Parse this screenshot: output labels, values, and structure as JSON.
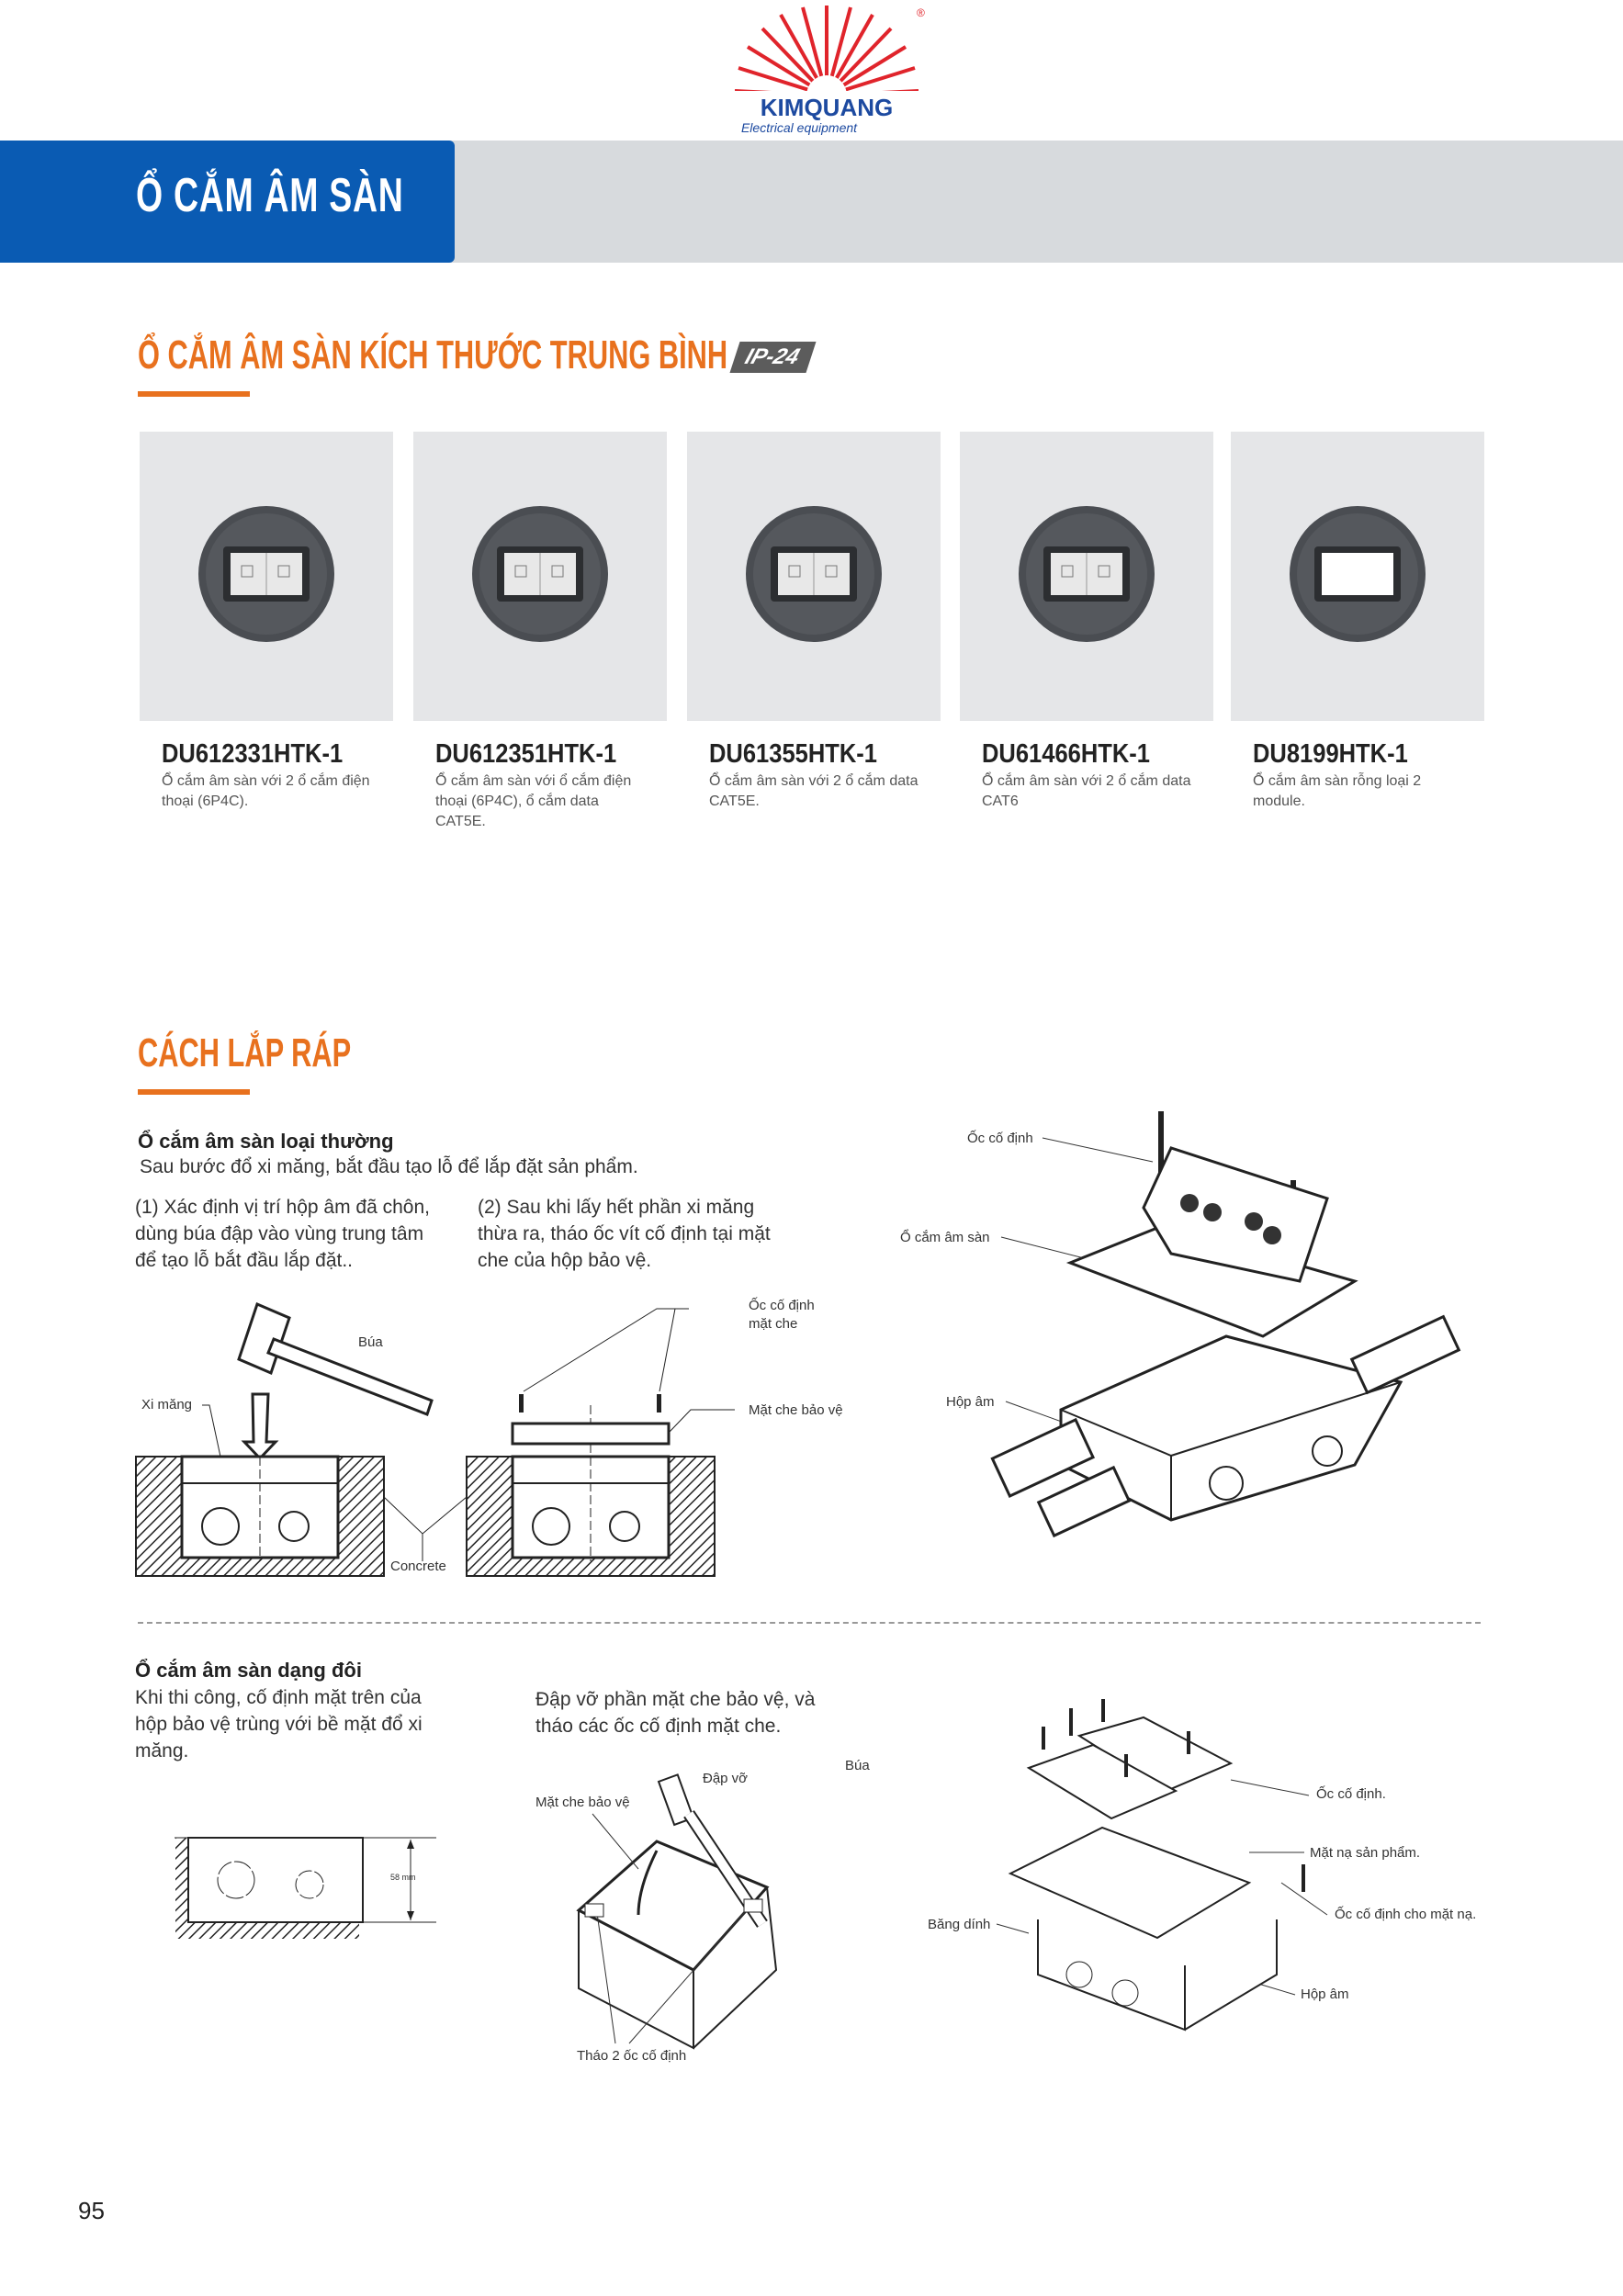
{
  "brand": {
    "name": "KIMQUANG",
    "tagline": "Electrical equipment",
    "registered": "®",
    "colors": {
      "red": "#e0242b",
      "blue": "#1d4aa0"
    }
  },
  "header": {
    "title": "Ổ CẮM ÂM SÀN",
    "accent": "#0a5bb3"
  },
  "section1": {
    "title": "Ổ CẮM ÂM SÀN KÍCH THƯỚC TRUNG BÌNH",
    "badge": "IP-24",
    "accent": "#e8711e"
  },
  "products": [
    {
      "code": "DU612331HTK-1",
      "desc": "Ổ cắm âm sàn với 2 ổ cắm điện thoại (6P4C)."
    },
    {
      "code": "DU612351HTK-1",
      "desc": "Ổ cắm âm sàn với ổ cắm điện thoại (6P4C), ổ cắm data CAT5E."
    },
    {
      "code": "DU61355HTK-1",
      "desc": "Ổ cắm âm sàn với 2 ổ cắm data CAT5E."
    },
    {
      "code": "DU61466HTK-1",
      "desc": "Ổ cắm âm sàn với 2 ổ cắm data CAT6"
    },
    {
      "code": "DU8199HTK-1",
      "desc": "Ổ cắm âm sàn rỗng loại 2 module."
    }
  ],
  "section2": {
    "title": "CÁCH LẮP RÁP"
  },
  "normal": {
    "heading": "Ổ cắm âm sàn loại thường",
    "intro": "Sau bước đổ xi măng, bắt đầu tạo lỗ để lắp đặt sản phẩm.",
    "step1": "(1) Xác định vị trí hộp âm đã chôn, dùng búa đập vào vùng trung tâm để tạo lỗ bắt đầu lắp đặt..",
    "step2": "(2) Sau khi lấy hết phần xi măng thừa ra, tháo ốc vít cố định tại mặt che của hộp bảo vệ.",
    "labels": {
      "hammer": "Búa",
      "cement": "Xi măng",
      "concrete": "Concrete",
      "screw_cover_1": "Ốc cố định",
      "screw_cover_2": "mặt che",
      "cover": "Mặt che bảo vệ"
    },
    "exploded": {
      "screw": "Ốc cố định",
      "socket": "Ổ cắm âm sàn",
      "box": "Hộp âm"
    }
  },
  "double": {
    "heading": "Ổ cắm âm sàn dạng đôi",
    "intro": "Khi thi công, cố định mặt trên của hộp bảo vệ trùng với bề mặt đổ xi măng.",
    "step": "Đập vỡ phần mặt che bảo vệ, và tháo các ốc cố định mặt che.",
    "dimension": "58 mm",
    "labels": {
      "hammer": "Búa",
      "break": "Đập vỡ",
      "cover": "Mặt che bảo vệ",
      "remove": "Tháo 2 ốc cố định"
    },
    "exploded": {
      "screw": "Ốc cố định.",
      "mask": "Mặt nạ sản phẩm.",
      "mask_screw": "Ốc cố định cho mặt nạ.",
      "tape": "Băng dính",
      "box": "Hộp âm"
    }
  },
  "page_number": "95"
}
